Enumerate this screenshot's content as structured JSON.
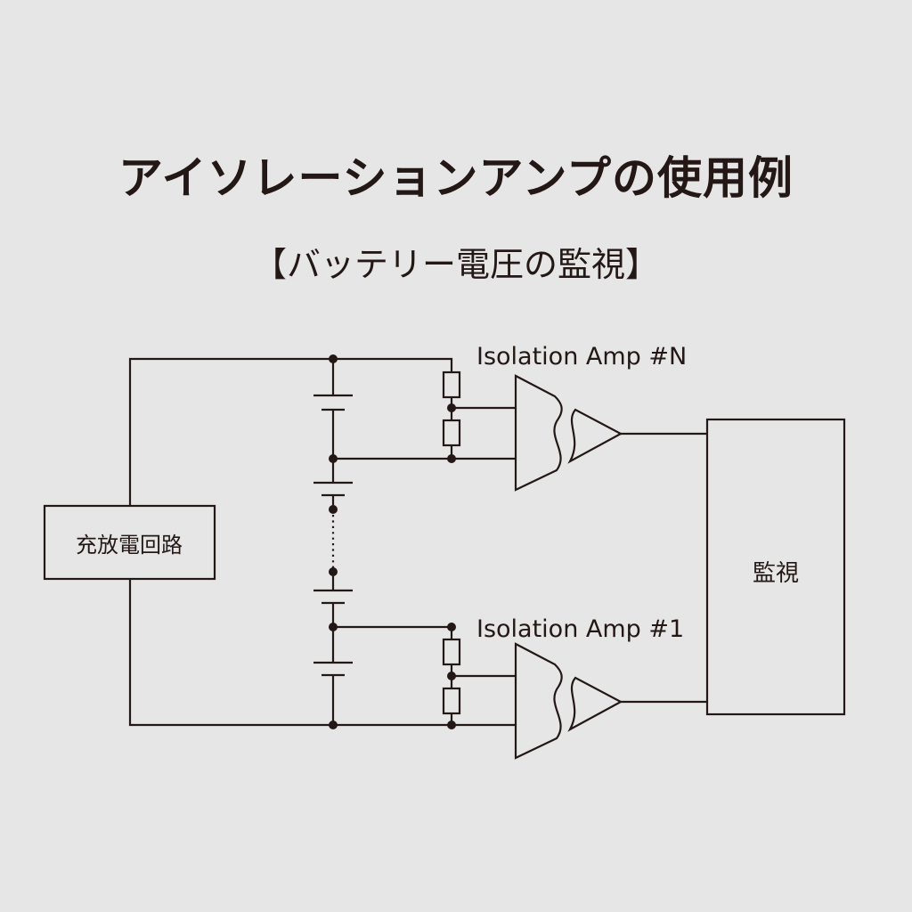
{
  "title": "アイソレーションアンプの使用例",
  "subtitle": "【バッテリー電圧の監視】",
  "diagram": {
    "charger_label": "充放電回路",
    "monitor_label": "監視",
    "amp_top_label": "Isolation Amp #N",
    "amp_bottom_label": "Isolation Amp #1"
  },
  "colors": {
    "background": "#e6e6e6",
    "line": "#231815"
  }
}
